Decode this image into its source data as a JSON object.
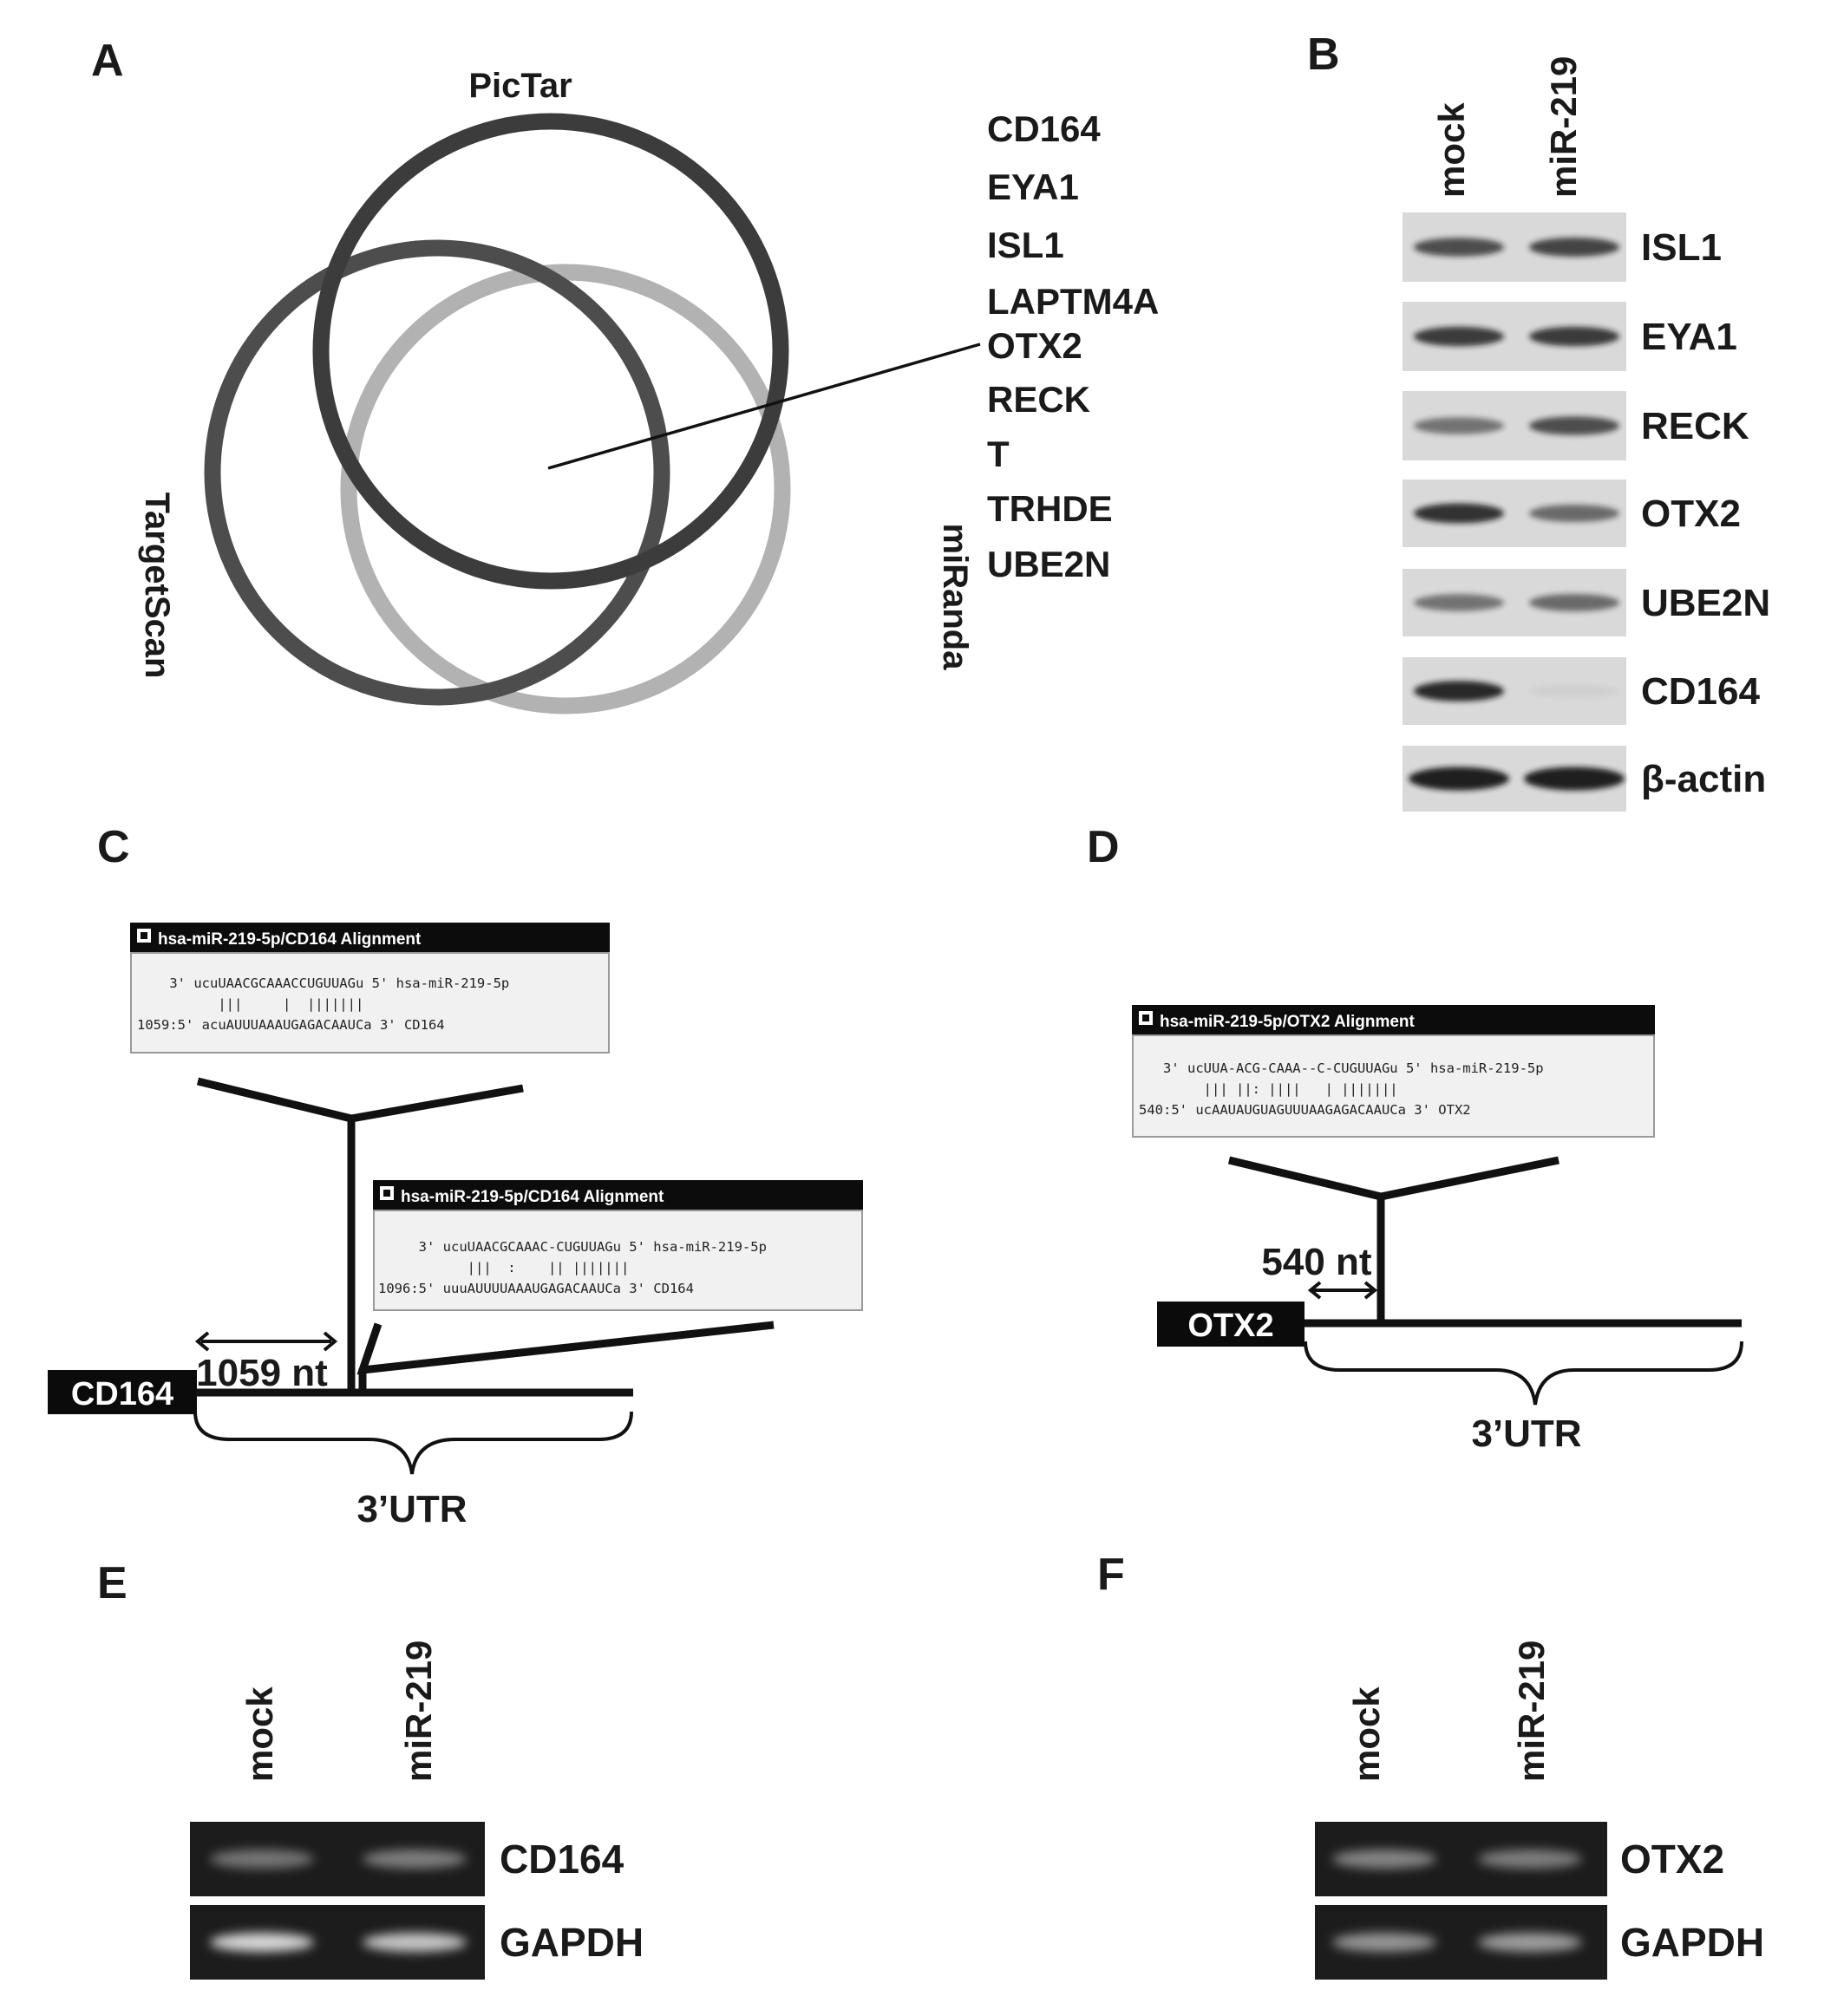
{
  "panels": {
    "A": {
      "letter": "A",
      "venn": {
        "pictar": "PicTar",
        "targetscan": "TargetScan",
        "miranda": "miRanda"
      },
      "genes": [
        "CD164",
        "EYA1",
        "ISL1",
        "LAPTM4A",
        "OTX2",
        "RECK",
        "T",
        "TRHDE",
        "UBE2N"
      ]
    },
    "B": {
      "letter": "B",
      "lanes": [
        "mock",
        "miR-219"
      ],
      "blots": [
        {
          "label": "ISL1",
          "mock": 0.75,
          "mir219": 0.8
        },
        {
          "label": "EYA1",
          "mock": 0.85,
          "mir219": 0.85
        },
        {
          "label": "RECK",
          "mock": 0.55,
          "mir219": 0.75
        },
        {
          "label": "OTX2",
          "mock": 0.9,
          "mir219": 0.6
        },
        {
          "label": "UBE2N",
          "mock": 0.55,
          "mir219": 0.6
        },
        {
          "label": "CD164",
          "mock": 0.95,
          "mir219": 0.05
        },
        {
          "label": "β-actin",
          "mock": 1.0,
          "mir219": 1.0
        }
      ]
    },
    "C": {
      "letter": "C",
      "gene": "CD164",
      "distance": "1059 nt",
      "utr": "3’UTR",
      "alignments": [
        {
          "title": "hsa-miR-219-5p/CD164 Alignment",
          "mirna": "    3' ucuUAACGCAAACCUGUUAGu 5' hsa-miR-219-5p",
          "bonds": "          |||     |  |||||||",
          "target": "1059:5' acuAUUUAAAUGAGACAAUCa 3' CD164"
        },
        {
          "title": "hsa-miR-219-5p/CD164 Alignment",
          "mirna": "     3' ucuUAACGCAAAC-CUGUUAGu 5' hsa-miR-219-5p",
          "bonds": "           |||  :    || |||||||",
          "target": "1096:5' uuuAUUUUAAAUGAGACAAUCa 3' CD164"
        }
      ]
    },
    "D": {
      "letter": "D",
      "gene": "OTX2",
      "distance": "540 nt",
      "utr": "3’UTR",
      "alignment": {
        "title": "hsa-miR-219-5p/OTX2 Alignment",
        "mirna": "   3' ucUUA-ACG-CAAA--C-CUGUUAGu 5' hsa-miR-219-5p",
        "bonds": "        ||| ||: ||||   | |||||||",
        "target": "540:5' ucAAUAUGUAGUUUAAGAGACAAUCa 3' OTX2"
      }
    },
    "E": {
      "letter": "E",
      "lanes": [
        "mock",
        "miR-219"
      ],
      "gels": [
        {
          "label": "CD164",
          "mock": 0.35,
          "mir219": 0.4
        },
        {
          "label": "GAPDH",
          "mock": 0.95,
          "mir219": 0.85
        }
      ]
    },
    "F": {
      "letter": "F",
      "lanes": [
        "mock",
        "miR-219"
      ],
      "gels": [
        {
          "label": "OTX2",
          "mock": 0.45,
          "mir219": 0.4
        },
        {
          "label": "GAPDH",
          "mock": 0.55,
          "mir219": 0.6
        }
      ]
    }
  },
  "colors": {
    "pictar_circle": "#3c3c3c",
    "targetscan_circle": "#4d4d4d",
    "miranda_circle": "#b2b2b2",
    "blot_band": "#121212",
    "gel_background": "#1c1c1c",
    "gel_band": "#f4f4f4"
  }
}
